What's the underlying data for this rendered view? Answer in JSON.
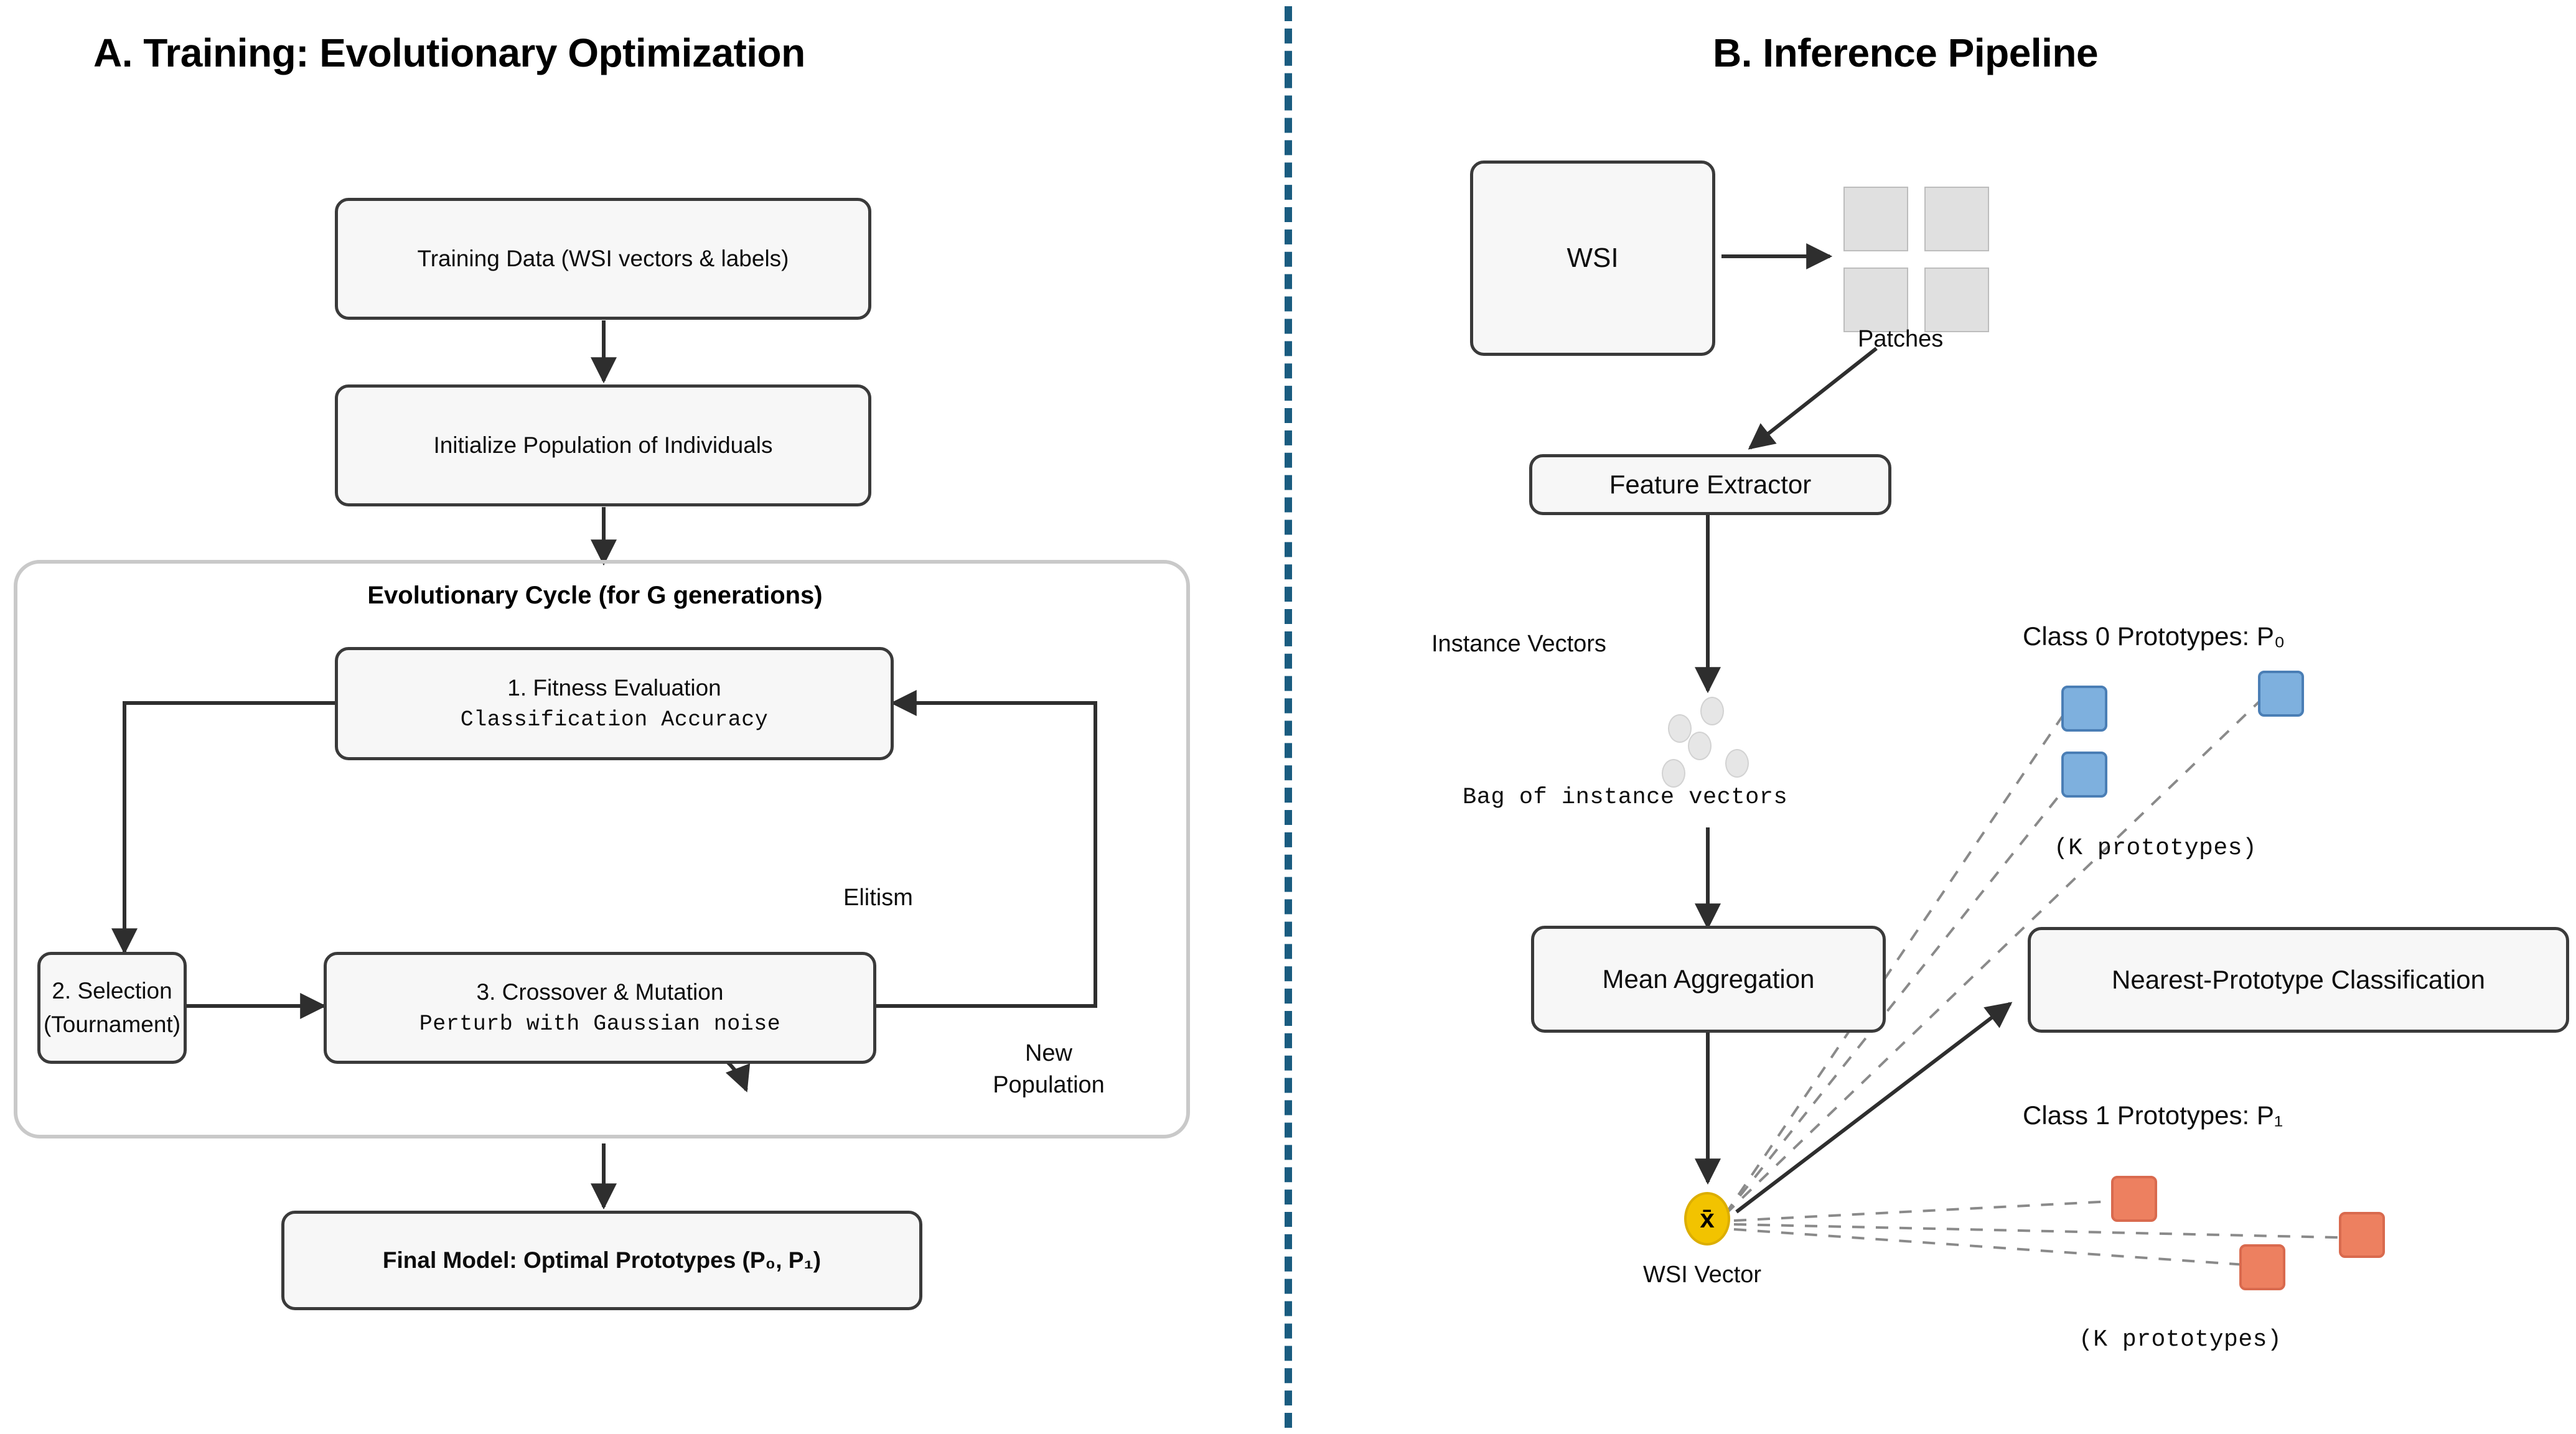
{
  "figure": {
    "panel_a_title": "A. Training: Evolutionary Optimization",
    "panel_b_title": "B. Inference Pipeline"
  },
  "panel_a": {
    "boxes": {
      "training_data": "Training Data (WSI vectors & labels)",
      "initialize": "Initialize Population of Individuals",
      "cycle_label": "Evolutionary Cycle (for G generations)",
      "fitness_title": "1. Fitness Evaluation",
      "fitness_sub": "Classification Accuracy",
      "selection_line1": "2. Selection",
      "selection_line2": "(Tournament)",
      "crossover_title": "3. Crossover & Mutation",
      "crossover_sub": "Perturb with Gaussian noise",
      "final_model": "Final Model: Optimal Prototypes (P₀, P₁)"
    },
    "edge_labels": {
      "elitism": "Elitism",
      "new_population_line1": "New",
      "new_population_line2": "Population"
    }
  },
  "panel_b": {
    "boxes": {
      "wsi": "WSI",
      "feature_extractor": "Feature Extractor",
      "mean_aggregation": "Mean Aggregation",
      "nearest_prototype": "Nearest-Prototype Classification"
    },
    "labels": {
      "patches": "Patches",
      "instance_vectors": "Instance Vectors",
      "bag_of_instance_vectors": "Bag of instance vectors",
      "wsi_vector": "WSI Vector",
      "wsi_vector_symbol": "x̄",
      "class0_prototypes": "Class 0 Prototypes: P₀",
      "class0_k_prototypes": "(K prototypes)",
      "class1_prototypes": "Class 1 Prototypes: P₁",
      "class1_k_prototypes": "(K prototypes)"
    },
    "counts": {
      "patch_tiles": 4,
      "instance_dots": 5,
      "class0_prototype_squares": 3,
      "class1_prototype_squares": 3
    }
  },
  "colors": {
    "divider": "#1A5C80",
    "box_fill": "#f7f7f7",
    "box_stroke": "#3a3a3a",
    "cycle_stroke": "#c9c9c9",
    "class0_fill": "#7EB0DE",
    "class0_stroke": "#4A7EB5",
    "class1_fill": "#ED8060",
    "class1_stroke": "#D96A4E",
    "wsi_vector_fill": "#F2C300",
    "wsi_vector_stroke": "#DCAE00",
    "patch_fill": "#E0E0E0",
    "instance_dot_fill": "#E6E6E6",
    "dashed_link": "#8a8a8a"
  }
}
